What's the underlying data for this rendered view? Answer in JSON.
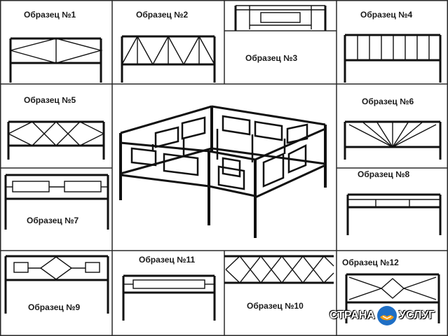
{
  "samples": [
    {
      "id": 1,
      "label": "Образец №1"
    },
    {
      "id": 2,
      "label": "Образец №2"
    },
    {
      "id": 3,
      "label": "Образец №3"
    },
    {
      "id": 4,
      "label": "Образец №4"
    },
    {
      "id": 5,
      "label": "Образец №5"
    },
    {
      "id": 6,
      "label": "Образец №6"
    },
    {
      "id": 7,
      "label": "Образец №7"
    },
    {
      "id": 8,
      "label": "Образец №8"
    },
    {
      "id": 9,
      "label": "Образец №9"
    },
    {
      "id": 10,
      "label": "Образец №10"
    },
    {
      "id": 11,
      "label": "Образец №11"
    },
    {
      "id": 12,
      "label": "Образец №12"
    }
  ],
  "watermark": {
    "left": "СТРАНА",
    "right": "УСЛУГ"
  },
  "colors": {
    "line": "#111111",
    "grid": "#2a2a2a",
    "background": "#ffffff",
    "logo_blue": "#1f6fc5",
    "logo_orange": "#f39c12"
  }
}
